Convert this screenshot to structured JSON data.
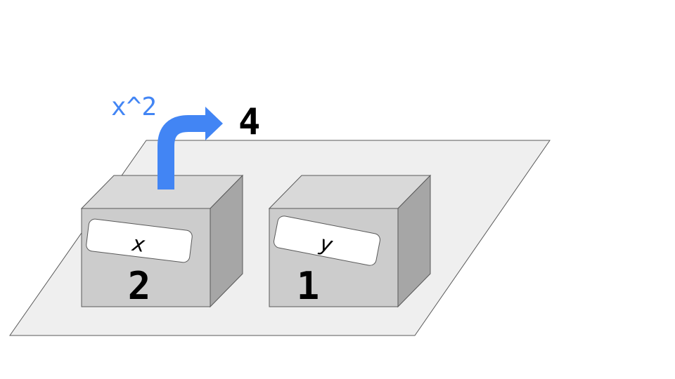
{
  "colors": {
    "plane_fill": "#efefef",
    "plane_stroke": "#595959",
    "box_front": "#cccccc",
    "box_top": "#d9d9d9",
    "box_side": "#a6a6a6",
    "box_stroke": "#595959",
    "label_fill": "#ffffff",
    "arrow": "#4285f4",
    "text": "#000000"
  },
  "variables": [
    {
      "name": "x",
      "value": "2"
    },
    {
      "name": "y",
      "value": "1"
    }
  ],
  "operation": {
    "expression": "x^2",
    "result": "4"
  }
}
